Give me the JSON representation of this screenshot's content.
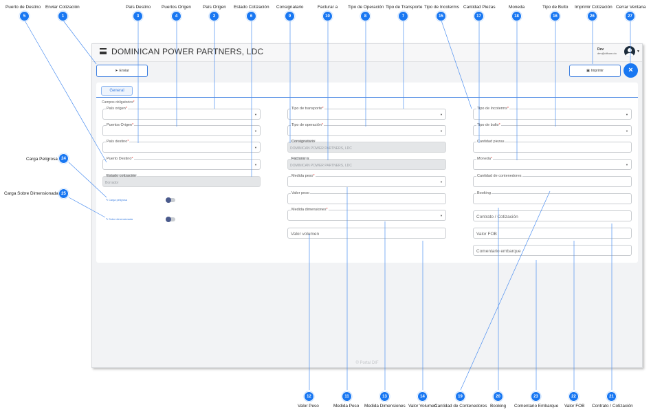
{
  "app": {
    "company": "DOMINICAN POWER PARTNERS, LDC",
    "user_name": "Dev",
    "user_email": "dev@difcom.do",
    "send_label": "Enviar",
    "print_label": "Imprimir",
    "close_label": "×",
    "tab_general": "General",
    "required_note": "Campos obligatorios",
    "footer": "© Portal DIF"
  },
  "fields": {
    "pais_origen": "País origen",
    "puertos_origen": "Puertos Origen",
    "pais_destino": "País destino",
    "puerto_destino": "Puerto Destino",
    "estado_cotizacion": "Estado cotización",
    "estado_value": "Borrador",
    "carga_peligrosa": "Carga peligrosa",
    "sobre_dimensionada": "Sobre dimensionada",
    "tipo_transporte": "Tipo de transporte",
    "tipo_operacion": "Tipo de operación",
    "consignatario": "Consignatario",
    "consignatario_value": "DOMINICAN POWER PARTNERS, LDC",
    "facturar_a": "Facturar a",
    "facturar_a_value": "DOMINICAN POWER PARTNERS, LDC",
    "medida_peso": "Medida peso",
    "valor_peso": "Valor peso",
    "medida_dimensiones": "Medida dimensiones",
    "valor_volumen": "Valor volumen",
    "tipo_incoterms": "Tipo de Incoterms",
    "tipo_bulto": "Tipo de bulto",
    "cantidad_piezas": "Cantidad piezas",
    "moneda": "Moneda",
    "cantidad_contenedores": "Cantidad de contenedores",
    "booking": "Booking",
    "contrato": "Contrato / Cotización",
    "valor_fob": "Valor FOB",
    "comentario": "Comentario embarque"
  },
  "callouts": {
    "c1": {
      "num": "1",
      "label": "Enviar Cotización"
    },
    "c2": {
      "num": "2",
      "label": "País Origen"
    },
    "c3": {
      "num": "3",
      "label": "País Destino"
    },
    "c4": {
      "num": "4",
      "label": "Puertos Origen"
    },
    "c5": {
      "num": "5",
      "label": "Puerto de Destino"
    },
    "c6": {
      "num": "6",
      "label": "Estado Cotización"
    },
    "c7": {
      "num": "7",
      "label": "Tipo de Transporte"
    },
    "c8": {
      "num": "8",
      "label": "Tipo de Operación"
    },
    "c9": {
      "num": "9",
      "label": "Consignatario"
    },
    "c10": {
      "num": "10",
      "label": "Facturar a"
    },
    "c11": {
      "num": "11",
      "label": "Medida Peso"
    },
    "c12": {
      "num": "12",
      "label": "Valor Peso"
    },
    "c13": {
      "num": "13",
      "label": "Medida Dimensiones"
    },
    "c14": {
      "num": "14",
      "label": "Valor Volumen"
    },
    "c15": {
      "num": "15",
      "label": "Tipo de Incoterms"
    },
    "c16": {
      "num": "16",
      "label": "Tipo de Bulto"
    },
    "c17": {
      "num": "17",
      "label": "Cantidad Piezas"
    },
    "c18": {
      "num": "18",
      "label": "Moneda"
    },
    "c19": {
      "num": "19",
      "label": "Cantidad de Contenedores"
    },
    "c20": {
      "num": "20",
      "label": "Booking"
    },
    "c21": {
      "num": "21",
      "label": "Contrato / Cotización"
    },
    "c22": {
      "num": "22",
      "label": "Valor FOB"
    },
    "c23": {
      "num": "23",
      "label": "Comentario Embarque"
    },
    "c24": {
      "num": "24",
      "label": "Carga Peligrosa"
    },
    "c25": {
      "num": "25",
      "label": "Carga Sobre Dimensionada"
    },
    "c26": {
      "num": "26",
      "label": "Imprimir Cotización"
    },
    "c27": {
      "num": "27",
      "label": "Cerrar Ventana"
    }
  },
  "colors": {
    "accent": "#1877f2",
    "required": "#e53935"
  }
}
